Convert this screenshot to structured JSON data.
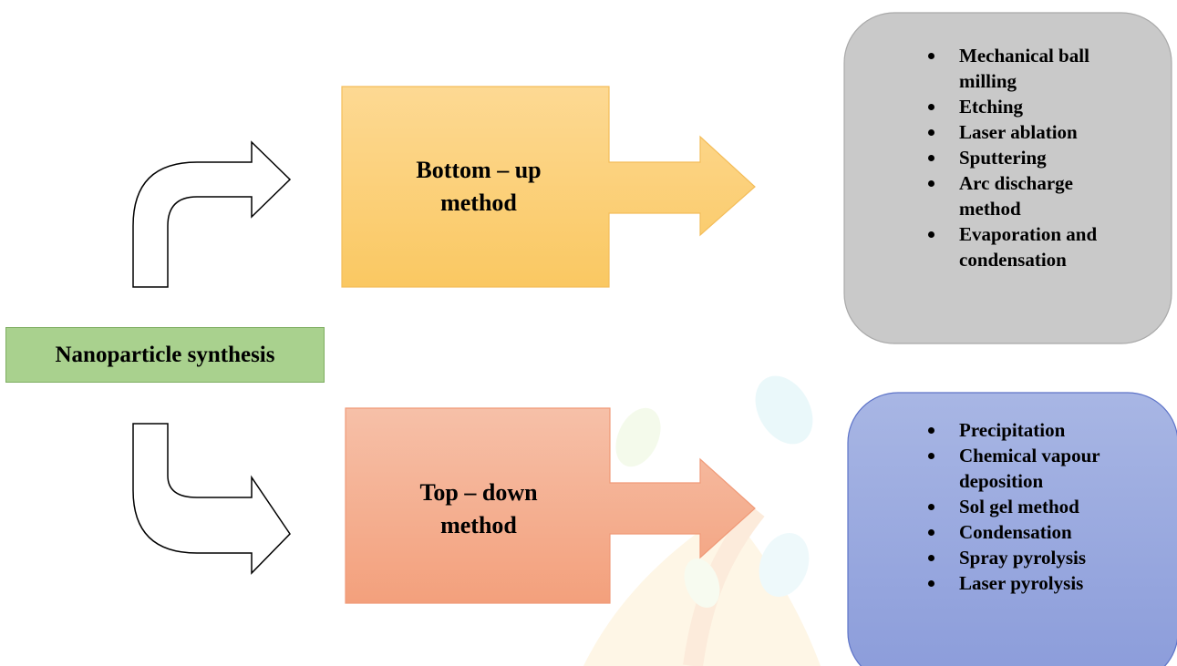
{
  "origin": {
    "label": "Nanoparticle synthesis"
  },
  "branches": [
    {
      "title_line1": "Bottom – up",
      "title_line2": "method",
      "items": [
        {
          "line1": "Mechanical ball",
          "line2": "milling"
        },
        {
          "line1": "Etching",
          "line2": ""
        },
        {
          "line1": "Laser ablation",
          "line2": ""
        },
        {
          "line1": "Sputtering",
          "line2": ""
        },
        {
          "line1": "Arc discharge",
          "line2": "method"
        },
        {
          "line1": "Evaporation and",
          "line2": "condensation"
        }
      ]
    },
    {
      "title_line1": "Top – down",
      "title_line2": "method",
      "items": [
        {
          "line1": "Precipitation",
          "line2": ""
        },
        {
          "line1": "Chemical vapour",
          "line2": "deposition"
        },
        {
          "line1": "Sol gel method",
          "line2": ""
        },
        {
          "line1": "Condensation",
          "line2": ""
        },
        {
          "line1": "Spray pyrolysis",
          "line2": ""
        },
        {
          "line1": "Laser pyrolysis",
          "line2": ""
        }
      ]
    }
  ],
  "colors": {
    "bottom_up_fill_top": "#fdd993",
    "bottom_up_fill_bottom": "#fac862",
    "top_down_fill_top": "#f6c0a8",
    "top_down_fill_bottom": "#f3a07c",
    "list_gray": "#c9c9c9",
    "list_blue_top": "#a4b2e2",
    "list_blue_bottom": "#8e9fdb",
    "origin_green": "#a9d18e"
  }
}
